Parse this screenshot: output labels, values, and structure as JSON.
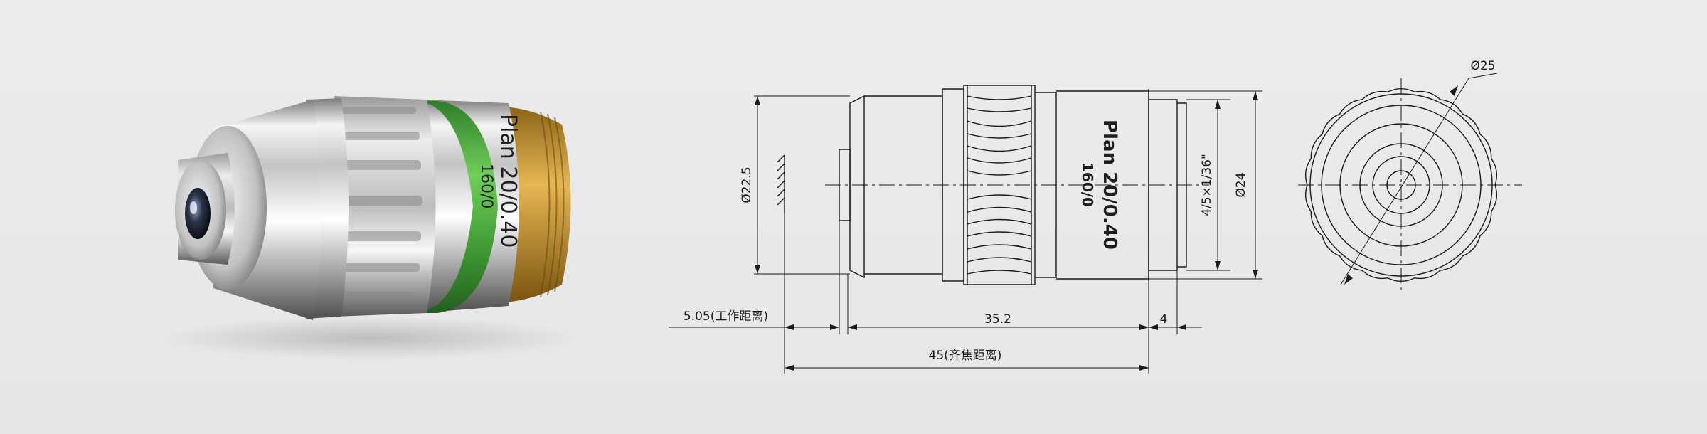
{
  "product": {
    "model": "Plan 20/0.40",
    "tube": "160/0"
  },
  "drawing": {
    "dims": {
      "diam_front": "Ø22.5",
      "thread": "4/5×1/36\"",
      "diam_body": "Ø24",
      "diam_knurl": "Ø25",
      "working_distance": "5.05(工作距离)",
      "body_length": "35.2",
      "thread_length": "4",
      "parfocal": "45(齐焦距离)"
    }
  },
  "colors": {
    "ring": "#5fb24a",
    "brass": "#c8962e",
    "line": "#1a1a1a"
  }
}
